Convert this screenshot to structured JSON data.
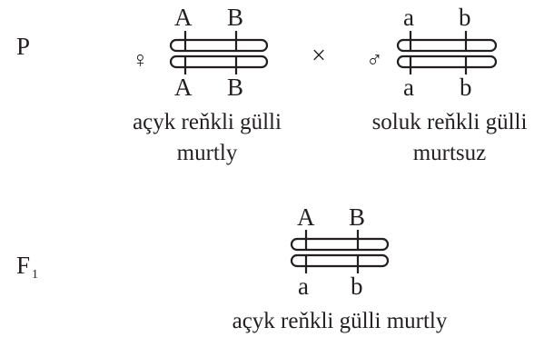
{
  "generations": {
    "parent_label": "P",
    "f1_label": "F",
    "f1_subscript": "1"
  },
  "female_parent": {
    "symbol": "♀",
    "top_alleles": [
      "A",
      "B"
    ],
    "bottom_alleles": [
      "A",
      "B"
    ],
    "phenotype_line1": "açyk reňkli gülli",
    "phenotype_line2": "murtly"
  },
  "cross_symbol": "×",
  "male_parent": {
    "symbol": "♂",
    "top_alleles": [
      "a",
      "b"
    ],
    "bottom_alleles": [
      "a",
      "b"
    ],
    "phenotype_line1": "soluk reňkli gülli",
    "phenotype_line2": "murtsuz"
  },
  "f1_offspring": {
    "top_alleles": [
      "A",
      "B"
    ],
    "bottom_alleles": [
      "a",
      "b"
    ],
    "phenotype": "açyk reňkli gülli murtly"
  },
  "colors": {
    "ink": "#231f20",
    "background": "#ffffff"
  }
}
